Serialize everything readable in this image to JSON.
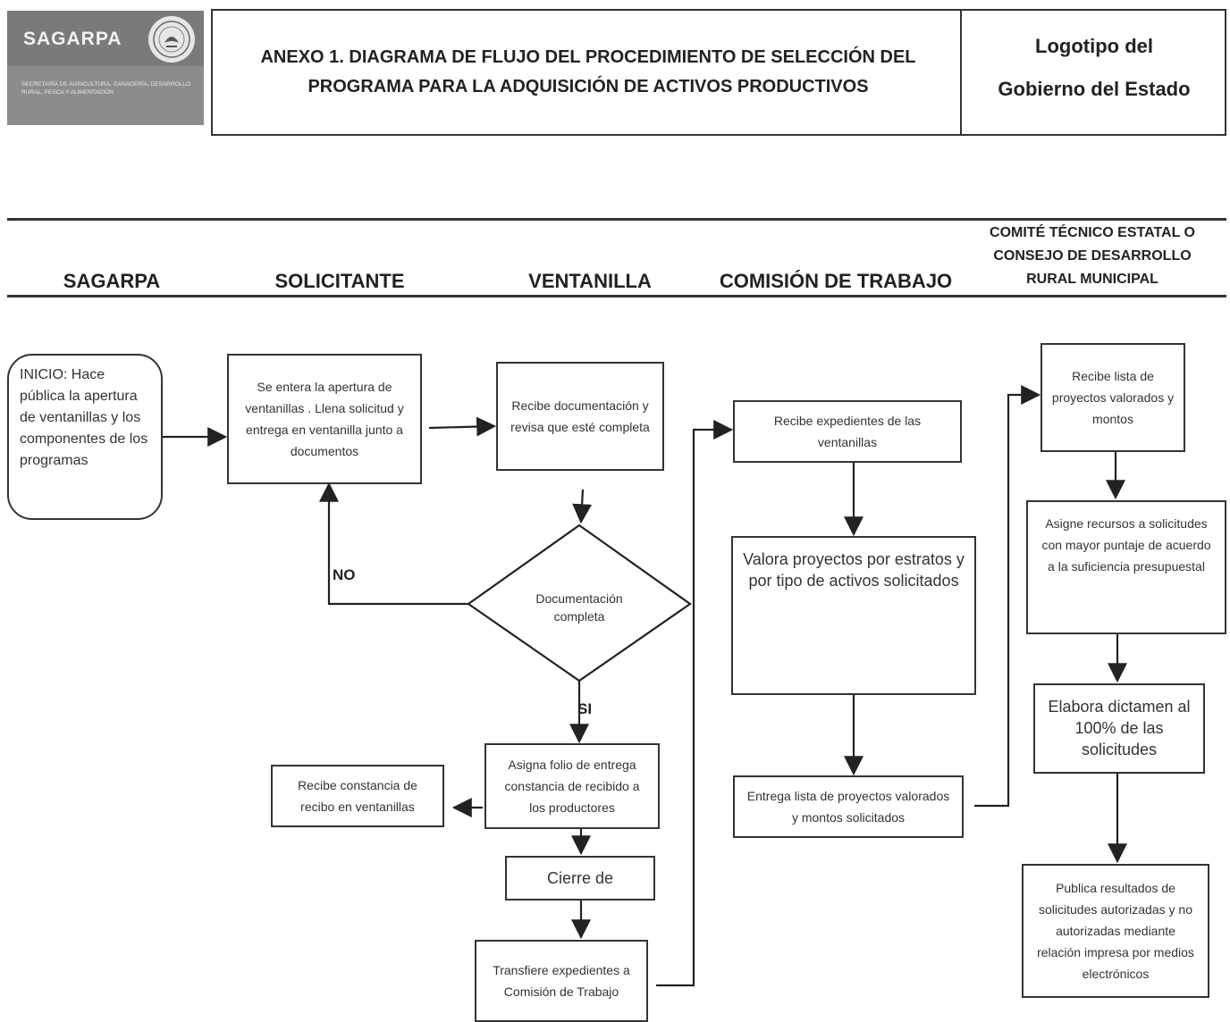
{
  "header": {
    "logo": {
      "name": "SAGARPA",
      "subtitle": "SECRETARÍA DE AGRICULTURA, GANADERÍA, DESARROLLO RURAL, PESCA Y ALIMENTACIÓN"
    },
    "title_line1": "ANEXO 1. DIAGRAMA DE FLUJO DEL PROCEDIMIENTO DE SELECCIÓN DEL",
    "title_line2": "PROGRAMA PARA LA ADQUISICIÓN DE ACTIVOS PRODUCTIVOS",
    "logo_gob_line1": "Logotipo del",
    "logo_gob_line2": "Gobierno del Estado"
  },
  "lanes": {
    "sagarpa": "SAGARPA",
    "solicitante": "SOLICITANTE",
    "ventanilla": "VENTANILLA",
    "comision": "COMISIÓN DE TRABAJO",
    "comite_line1": "COMITÉ TÉCNICO ESTATAL O",
    "comite_line2": "CONSEJO DE DESARROLLO",
    "comite_line3": "RURAL MUNICIPAL"
  },
  "nodes": {
    "inicio": "INICIO: Hace pública la apertura de ventanillas y los componentes de los programas",
    "solicitud": "Se entera la apertura de ventanillas . Llena solicitud y entrega en ventanilla junto a documentos",
    "recibe_doc": "Recibe documentación y revisa que esté completa",
    "decision": "Documentación completa",
    "asigna_folio": "Asigna folio de entrega constancia de recibido a los productores",
    "recibe_constancia": "Recibe constancia de recibo en ventanillas",
    "cierre": "Cierre de",
    "transfiere": "Transfiere expedientes a Comisión de Trabajo",
    "recibe_expedientes": "Recibe expedientes de las ventanillas",
    "valora": "Valora proyectos por estratos y por tipo de activos solicitados",
    "entrega_lista": "Entrega lista de proyectos valorados y montos solicitados",
    "recibe_lista": "Recibe lista de proyectos valorados y montos",
    "asigne_recursos": "Asigne recursos a solicitudes con mayor puntaje de acuerdo a la suficiencia presupuestal",
    "elabora": "Elabora dictamen al 100% de las solicitudes",
    "publica": "Publica resultados de solicitudes autorizadas y no autorizadas mediante relación impresa por medios electrónicos"
  },
  "labels": {
    "no": "NO",
    "si": "SI"
  }
}
